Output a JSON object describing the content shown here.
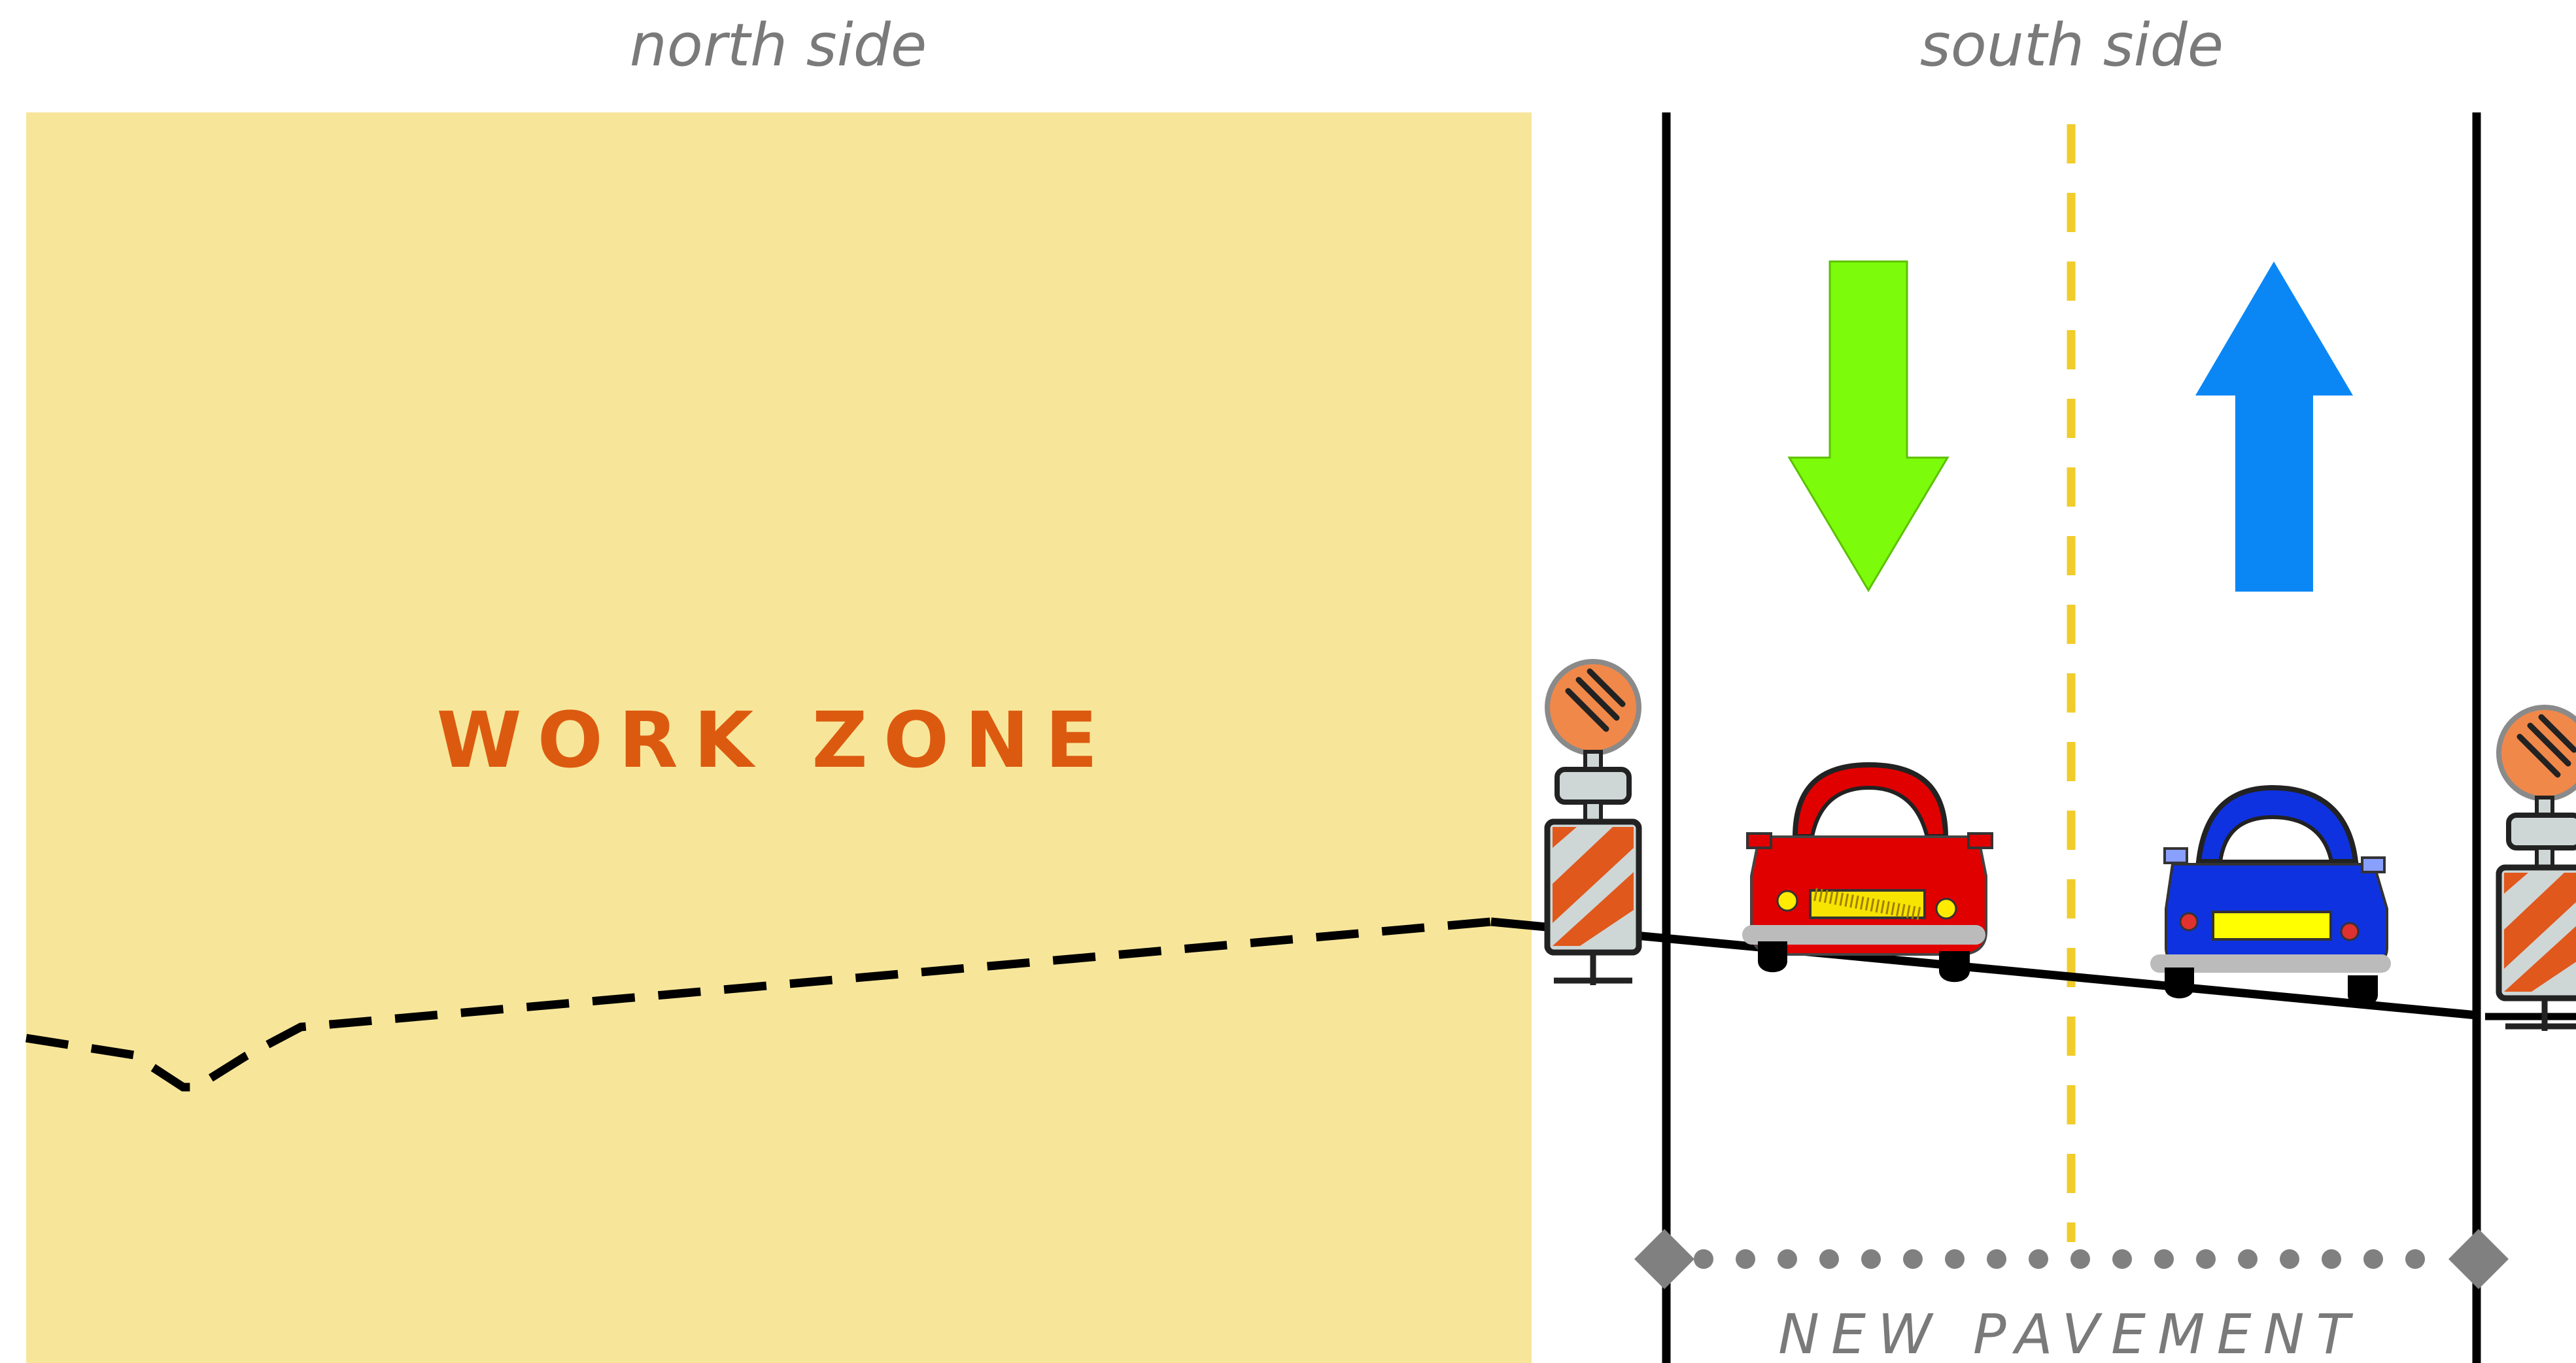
{
  "labels": {
    "north_side": "north side",
    "south_side": "south side",
    "work_zone": "WORK ZONE",
    "new_pavement": "NEW PAVEMENT"
  },
  "colors": {
    "work_zone_fill": "#f7e69a",
    "work_zone_text": "#dc5a0f",
    "centerline": "#f0cc2c",
    "southbound_arrow": "#7cfc0a",
    "northbound_arrow": "#0a87f5",
    "red_car": "#e00000",
    "blue_car": "#0f32e0",
    "barricade_orange": "#e0581c",
    "dimension_gray": "#808080"
  },
  "icons": {
    "southbound_arrow": "arrow-down-icon",
    "northbound_arrow": "arrow-up-icon",
    "red_car": "car-icon",
    "blue_car": "car-icon",
    "barricade": "construction-barricade-icon"
  }
}
